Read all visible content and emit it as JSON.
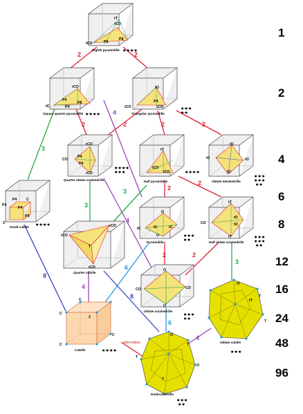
{
  "levels": [
    "1",
    "2",
    "4",
    "6",
    "8",
    "12",
    "16",
    "24",
    "48",
    "96"
  ],
  "colors": {
    "red": "#e02030",
    "green": "#22aa44",
    "purple": "#9944bb",
    "blue": "#3344bb",
    "cyan": "#2299dd",
    "yellow": "#f4e27a",
    "solid_yellow": "#e6e000"
  },
  "cells": {
    "eighth": {
      "caption": "Eighth pyramidille",
      "labels": [
        "tCO",
        "rCO",
        "tT",
        "P8",
        "P8"
      ]
    },
    "square_quarter": {
      "caption": "Square quarter pyramidille",
      "labels": [
        "tC",
        "rCO",
        "P4",
        "P4",
        "P8"
      ]
    },
    "triangular": {
      "caption": "Triangular pyramidille",
      "labels": [
        "tCO",
        "tO",
        "P4",
        "tCO"
      ]
    },
    "quarter_oblate": {
      "caption": "Quarter oblate octahedrille",
      "labels": [
        "rCO",
        "CO",
        "P4",
        "P4",
        "rCO"
      ]
    },
    "half_pyramidille": {
      "caption": "Half pyramidille",
      "labels": [
        "tT",
        "tCO",
        "tCO"
      ]
    },
    "oblate_tetrahedrille": {
      "caption": "Oblate tetrahedrille",
      "labels": [
        "tO",
        "tC",
        "tO",
        "tO"
      ]
    },
    "small_cubille": {
      "caption": "Small cubille",
      "labels": [
        "P4",
        "C",
        "P4",
        "P4",
        "P4",
        "C"
      ]
    },
    "pyramidille": {
      "caption": "Pyramidille",
      "labels": [
        "O",
        "tC",
        "tC",
        "tC",
        "O"
      ]
    },
    "half_oblate": {
      "caption": "Half oblate octahedrille",
      "labels": [
        "tT",
        "CO",
        "tO",
        "tO",
        "tT"
      ]
    },
    "quarter_cubille": {
      "caption": "Quarter cubille",
      "labels": [
        "rCO",
        "rCO",
        "T",
        "rCO"
      ]
    },
    "oblate_octahedrille": {
      "caption": "Oblate octahedrille",
      "labels": [
        "O",
        "CO",
        "CO",
        "O"
      ]
    },
    "oblate_cubille": {
      "caption": "Oblate cubille",
      "labels": [
        "tT",
        "tT",
        "T",
        "T"
      ]
    },
    "cubille": {
      "caption": "Cubille",
      "labels": [
        "C",
        "C",
        "C",
        "C",
        "2"
      ]
    },
    "dodecahedrille": {
      "caption": "Dodecahedrille",
      "labels": [
        "O",
        "T",
        "T",
        "O",
        "T"
      ]
    }
  },
  "edges": [
    {
      "n": "2",
      "color": "red"
    },
    {
      "n": "2",
      "color": "red"
    },
    {
      "n": "3",
      "color": "green"
    },
    {
      "n": "2",
      "color": "red"
    },
    {
      "n": "4",
      "color": "purple"
    },
    {
      "n": "2",
      "color": "red"
    },
    {
      "n": "2",
      "color": "red"
    },
    {
      "n": "2",
      "color": "red"
    },
    {
      "n": "2",
      "color": "red"
    },
    {
      "n": "2",
      "color": "red"
    },
    {
      "n": "3",
      "color": "green"
    },
    {
      "n": "3",
      "color": "green"
    },
    {
      "n": "4",
      "color": "purple"
    },
    {
      "n": "2",
      "color": "red"
    },
    {
      "n": "2",
      "color": "red"
    },
    {
      "n": "8",
      "color": "blue"
    },
    {
      "n": "6",
      "color": "cyan"
    },
    {
      "n": "3",
      "color": "green"
    },
    {
      "n": "4",
      "color": "purple"
    },
    {
      "n": "8",
      "color": "blue"
    },
    {
      "n": "6",
      "color": "cyan"
    },
    {
      "n": "4",
      "color": "purple"
    }
  ],
  "alternation": "alternation"
}
